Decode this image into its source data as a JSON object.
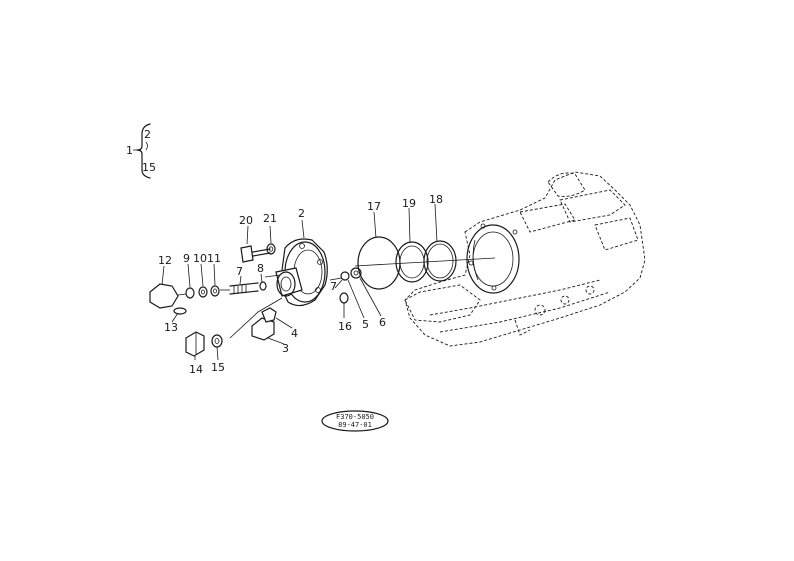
{
  "legend": {
    "parent": "1",
    "children": [
      "2",
      "15"
    ]
  },
  "callouts": [
    {
      "id": "c2",
      "label": "2"
    },
    {
      "id": "c3",
      "label": "3"
    },
    {
      "id": "c4",
      "label": "4"
    },
    {
      "id": "c5",
      "label": "5"
    },
    {
      "id": "c6",
      "label": "6"
    },
    {
      "id": "c7",
      "label": "7"
    },
    {
      "id": "c8",
      "label": "8"
    },
    {
      "id": "c9",
      "label": "9"
    },
    {
      "id": "c10",
      "label": "10"
    },
    {
      "id": "c11",
      "label": "11"
    },
    {
      "id": "c12",
      "label": "12"
    },
    {
      "id": "c13",
      "label": "13"
    },
    {
      "id": "c14",
      "label": "14"
    },
    {
      "id": "c15",
      "label": "15"
    },
    {
      "id": "c16",
      "label": "16"
    },
    {
      "id": "c17",
      "label": "17"
    },
    {
      "id": "c18",
      "label": "18"
    },
    {
      "id": "c19",
      "label": "19"
    },
    {
      "id": "c20",
      "label": "20"
    },
    {
      "id": "c21",
      "label": "21"
    }
  ],
  "stamp": {
    "line1": "F370-5050",
    "line2": "89-47-01"
  }
}
